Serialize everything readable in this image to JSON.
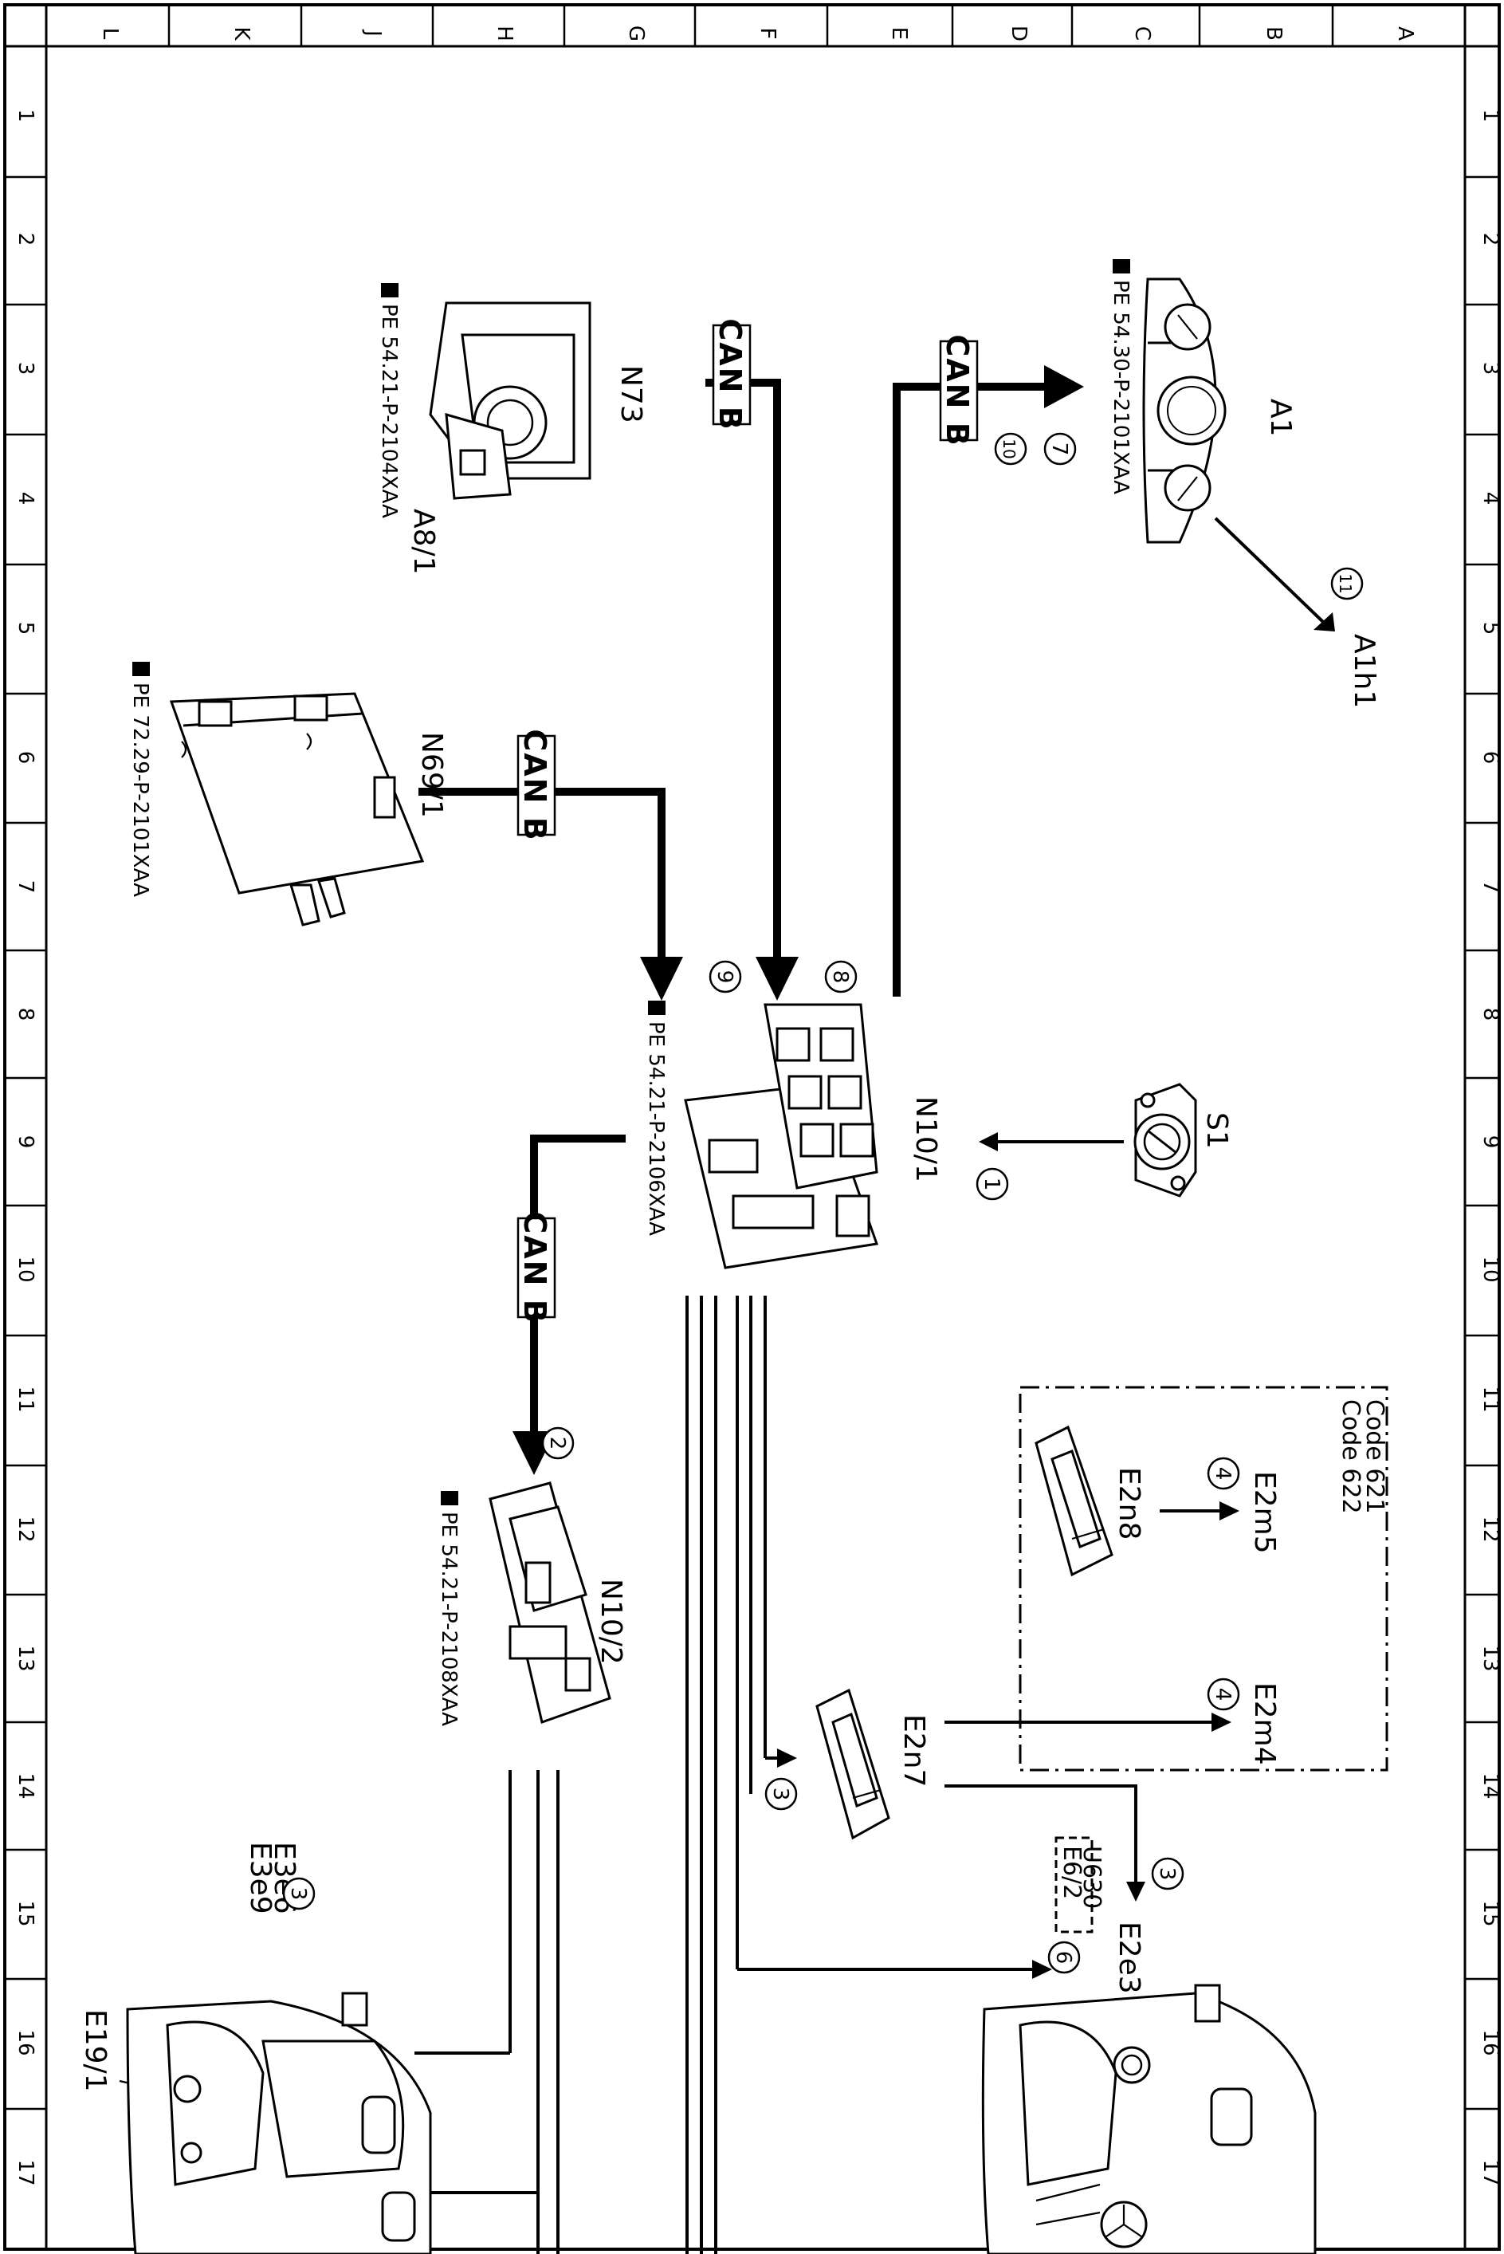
{
  "frame": {
    "columns": [
      "L",
      "K",
      "J",
      "H",
      "G",
      "F",
      "E",
      "D",
      "C",
      "B",
      "A"
    ],
    "rows": [
      "1",
      "2",
      "3",
      "4",
      "5",
      "6",
      "7",
      "8",
      "9",
      "10",
      "11",
      "12",
      "13",
      "14",
      "15",
      "16",
      "17"
    ]
  },
  "components": {
    "a1": "A1",
    "a1h1": "A1h1",
    "a8_1": "A8/1",
    "n73": "N73",
    "n69_1": "N69/1",
    "n10_1": "N10/1",
    "n10_2": "N10/2",
    "s1": "S1",
    "e2n7": "E2n7",
    "e2n8": "E2n8",
    "e2m4": "E2m4",
    "e2m5": "E2m5",
    "e2e3": "E2e3",
    "e3e6": "E3e6",
    "e3e9": "E3e9",
    "e19_1": "E19/1"
  },
  "refs": {
    "a8_1": "PE 54.21-P-2104XAA",
    "a1": "PE 54.30-P-2101XAA",
    "n69_1": "PE 72.29-P-2101XAA",
    "n10_1": "PE 54.21-P-2106XAA",
    "n10_2": "PE 54.21-P-2108XAA"
  },
  "can_bus_label": "CAN B",
  "callouts": {
    "c1": "1",
    "c2": "2",
    "c3a": "3",
    "c3b": "3",
    "c3c": "3",
    "c4a": "4",
    "c4b": "4",
    "c6": "6",
    "c7": "7",
    "c8": "8",
    "c9": "9",
    "c10": "10",
    "c11": "11"
  },
  "codes": {
    "code1": "Code 621",
    "code2": "Code 622",
    "u630": "U630",
    "e6_2": "E6/2"
  }
}
